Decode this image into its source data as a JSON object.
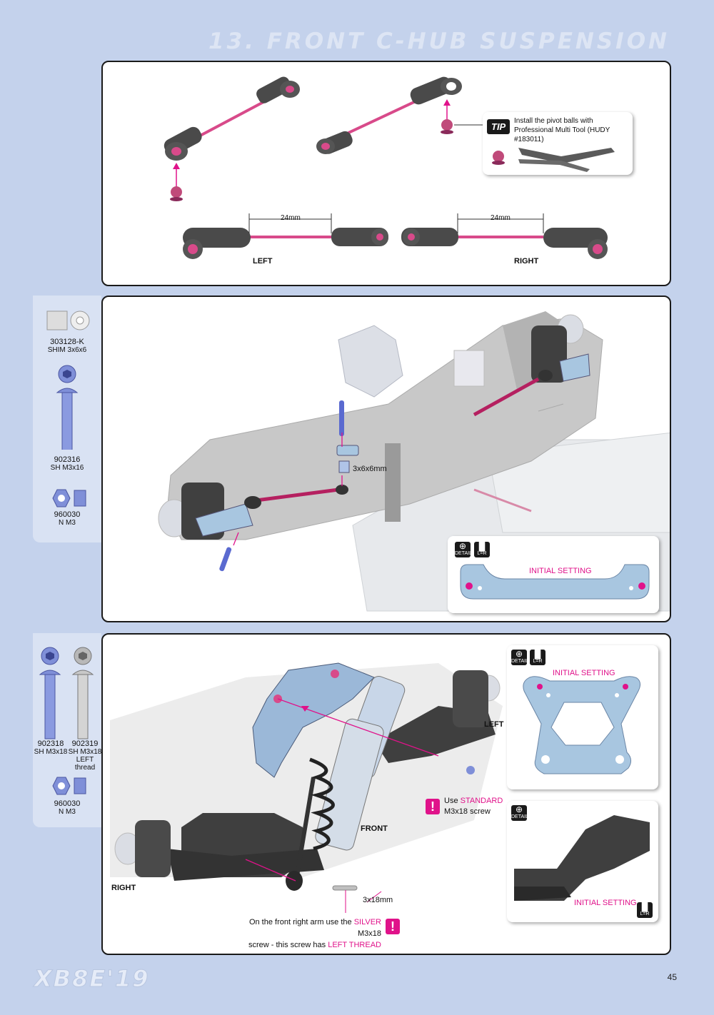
{
  "page": {
    "title": "13. FRONT C-HUB SUSPENSION",
    "logo": "XB8E'19",
    "page_number": "45"
  },
  "panel1": {
    "tip_badge": "TIP",
    "tip_text": "Install the pivot balls with Professional Multi Tool (HUDY #183011)",
    "dim_left": "24mm",
    "dim_right": "24mm",
    "label_left": "LEFT",
    "label_right": "RIGHT"
  },
  "panel2": {
    "parts": [
      {
        "code": "303128-K",
        "desc": "SHIM 3x6x6"
      },
      {
        "code": "902316",
        "desc": "SH M3x16"
      },
      {
        "code": "960030",
        "desc": "N M3"
      }
    ],
    "callout_shim": "3x6x6mm",
    "inset_icon_detail": "DETAIL",
    "inset_icon_lr": "L=R",
    "initial_setting": "INITIAL SETTING"
  },
  "panel3": {
    "parts": [
      {
        "code": "902318",
        "desc": "SH M3x18"
      },
      {
        "code": "902319",
        "desc": "SH M3x18",
        "desc2": "LEFT thread"
      },
      {
        "code": "960030",
        "desc": "N M3"
      }
    ],
    "label_left": "LEFT",
    "label_front": "FRONT",
    "label_right": "RIGHT",
    "use_prefix": "Use",
    "use_standard": "STANDARD",
    "use_screw": "M3x18 screw",
    "callout_screw": "3x18mm",
    "note_line1": "On the front right arm use the",
    "note_silver": "SILVER",
    "note_m3": "M3x18",
    "note_line2": "screw - this screw has",
    "note_left_thread": "LEFT THREAD",
    "inset_detail": "DETAIL",
    "inset_lr": "L=R",
    "initial_setting_top": "INITIAL SETTING",
    "initial_setting_bottom": "INITIAL SETTING"
  }
}
